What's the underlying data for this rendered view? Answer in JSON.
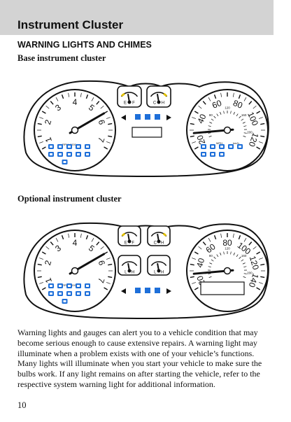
{
  "header": {
    "title": "Instrument Cluster"
  },
  "section": {
    "heading": "WARNING LIGHTS AND CHIMES",
    "base_label": "Base instrument cluster",
    "optional_label": "Optional instrument cluster"
  },
  "clusters": {
    "tach_numbers": [
      "1",
      "2",
      "3",
      "4",
      "5",
      "6",
      "7"
    ],
    "tach_label": "RPMx1000",
    "base_speed_numbers": [
      "20",
      "40",
      "60",
      "80",
      "100",
      "120"
    ],
    "base_kmh_numbers": [
      "40",
      "80",
      "120",
      "160",
      "200"
    ],
    "optional_speed_numbers": [
      "20",
      "40",
      "60",
      "80",
      "100",
      "120",
      "140"
    ],
    "optional_kmh_numbers": [
      "40",
      "80",
      "120",
      "160",
      "200"
    ],
    "mph_label": "MPH",
    "kmh_label": "km/h",
    "fuel_labels": {
      "empty": "E",
      "full": "F"
    },
    "temp_labels": {
      "cold": "C",
      "hot": "H"
    },
    "oil_labels": {
      "low": "L",
      "high": "H"
    },
    "volt_labels": {
      "low": "L",
      "high": "H"
    },
    "indicator_color": "#1e6fd9",
    "amber_color": "#e2c200"
  },
  "body": {
    "paragraph": "Warning lights and gauges can alert you to a vehicle condition that may become serious enough to cause extensive repairs. A warning light may illuminate when a problem exists with one of your vehicle’s functions. Many lights will illuminate when you start your vehicle to make sure the bulbs work. If any light remains on after starting the vehicle, refer to the respective system warning light for additional information."
  },
  "page": {
    "number": "10"
  }
}
